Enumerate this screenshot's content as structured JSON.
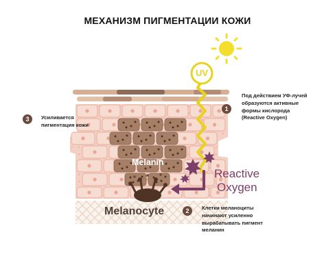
{
  "title": "МЕХАНИЗМ ПИГМЕНТАЦИИ КОЖИ",
  "labels": {
    "uv": "UV",
    "melanin": "Melanin",
    "melanocyte": "Melanocyte",
    "reactive_line1": "Reactive",
    "reactive_line2": "Oxygen"
  },
  "steps": [
    {
      "number": "1",
      "lines": [
        "Под действием УФ-лучей",
        "образуются активные",
        "формы кислорода",
        "(Reactive Oxygen)"
      ]
    },
    {
      "number": "2",
      "lines": [
        "Клетки меланоциты",
        "начинают усиленно",
        "вырабатывать пигмент",
        "меланин"
      ]
    },
    {
      "number": "3",
      "lines": [
        "Усиливается",
        "пигментация кожи"
      ]
    }
  ],
  "colors": {
    "sun": "#f4dd2c",
    "uv_beam": "#e9d21f",
    "badge": "#6b4b3e",
    "reactive_oxygen": "#7b3f6a",
    "skin_light": "#f4cfc3",
    "skin_mid": "#eab6a7",
    "stratum_tan": "#d6ae93",
    "stratum_dark": "#8c6b59",
    "melanin_brick": "#a77f66",
    "melanin_dark": "#4f3426",
    "dermis_lattice": "#e9d8c7"
  },
  "icons": [
    "sun-icon",
    "uv-bubble-icon",
    "reactive-oxygen-spikes-icon"
  ]
}
